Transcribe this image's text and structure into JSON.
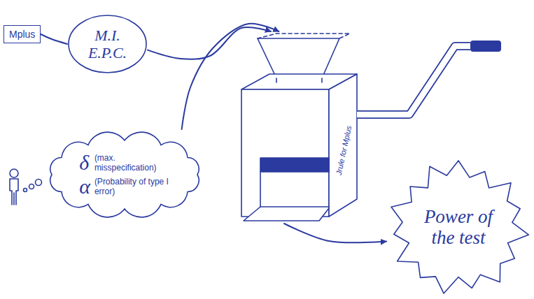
{
  "diagram": {
    "nodes": [
      {
        "text": [
          "Mplus"
        ]
      },
      {
        "text": [
          "M.I. E.P.C."
        ]
      },
      {
        "text": [
          "δ",
          "(max. misspecification)",
          "α",
          "(Probability of type I error)"
        ]
      },
      {
        "text": [
          "Jrule for Mplus"
        ]
      },
      {
        "text": [
          "Power of the test"
        ]
      }
    ],
    "edges": [
      {
        "from": 0,
        "to": 1,
        "arrow": "none"
      },
      {
        "from": 1,
        "to": 3,
        "arrow": "to"
      },
      {
        "from": 2,
        "to": 3,
        "arrow": "to"
      },
      {
        "from": 3,
        "to": 4,
        "arrow": "to"
      }
    ]
  }
}
